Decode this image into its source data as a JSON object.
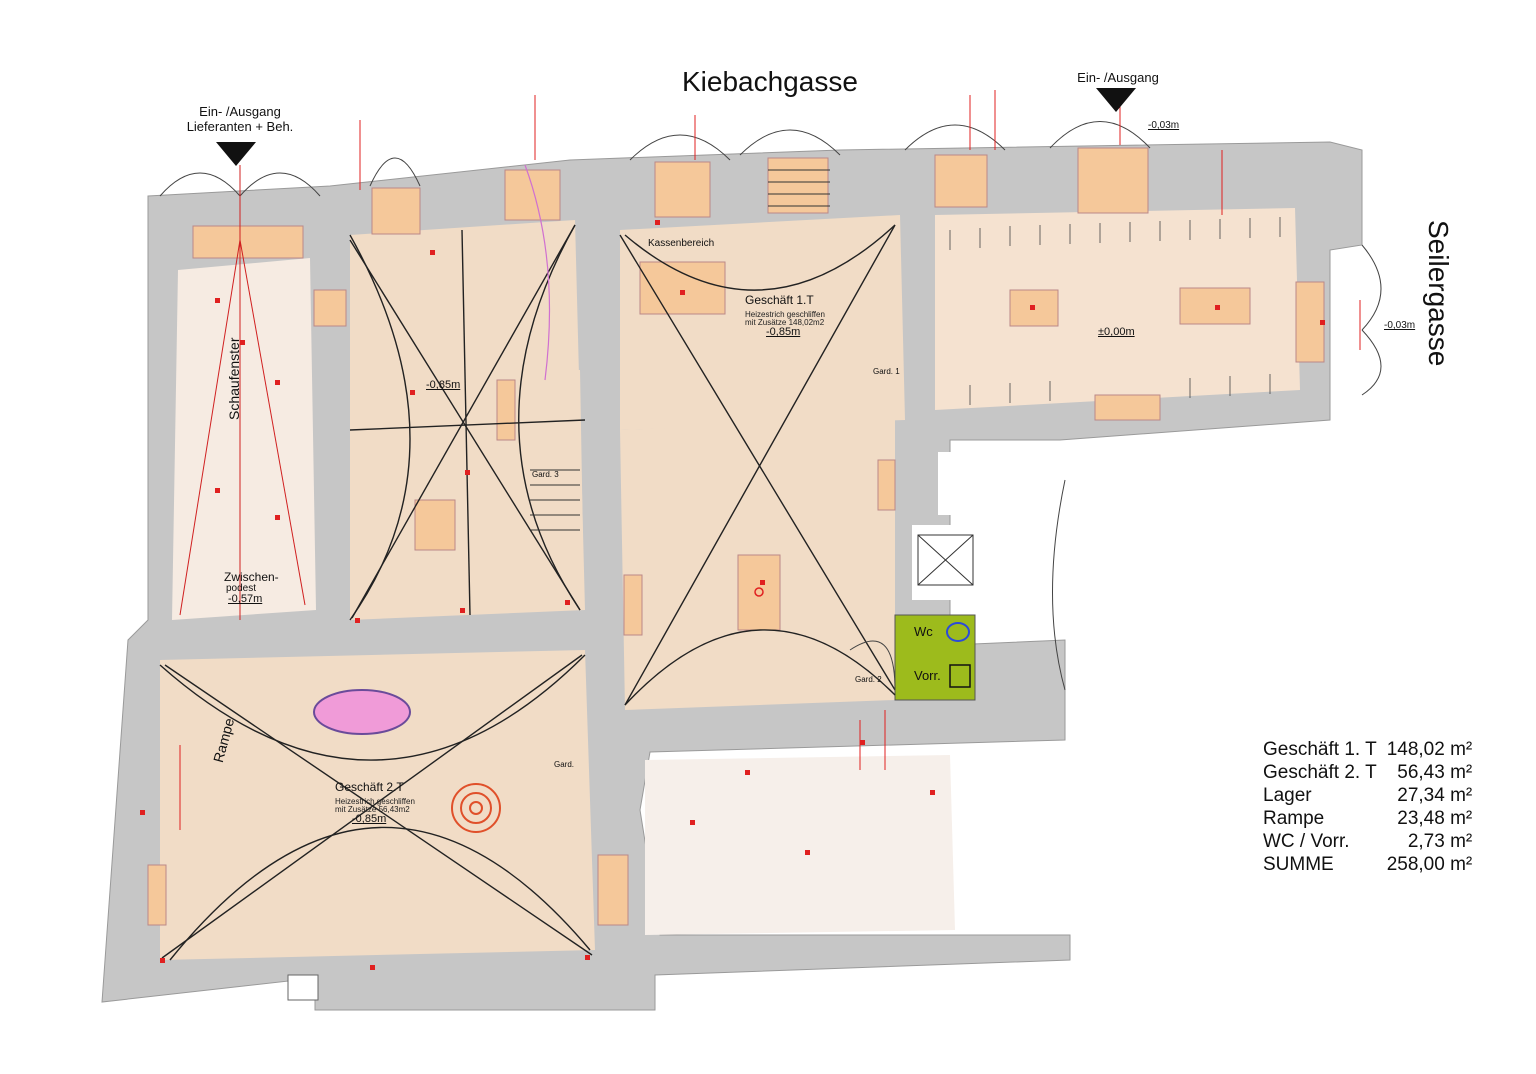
{
  "streets": {
    "top": "Kiebachgasse",
    "right": "Seilergasse"
  },
  "entrances": {
    "left_line1": "Ein- /Ausgang",
    "left_line2": "Lieferanten + Beh.",
    "right": "Ein- /Ausgang"
  },
  "rooms": {
    "geschaeft1": "Geschäft 1.T",
    "geschaeft2": "Geschäft 2.T",
    "schaufenster": "Schaufenster",
    "rampe": "Rampe",
    "zwischenpodest_1": "Zwischen-",
    "zwischenpodest_2": "podest",
    "kassenbereich": "Kassenbereich",
    "wc": "Wc",
    "vorr": "Vorr.",
    "gard1": "Gard. 1",
    "gard2": "Gard. 2",
    "gard3": "Gard. 3",
    "gard4": "Gard."
  },
  "levels": {
    "geschaeft1": "-0,85m",
    "middle": "-0,85m",
    "right": "±0,00m",
    "podest": "-0,57m",
    "geschaeft2": "-0,85m",
    "entrance_right": "-0,03m",
    "side_right": "-0,03m"
  },
  "notes": {
    "g1_line1": "Heizestrich geschliffen",
    "g1_line2": "mit Zusätze 148,02m2",
    "g2_line1": "Heizestrich geschliffen",
    "g2_line2": "mit Zusätze 56,43m2"
  },
  "area_table": [
    {
      "name": "Geschäft 1. T",
      "value": "148,02 m²"
    },
    {
      "name": "Geschäft 2. T",
      "value": "56,43 m²"
    },
    {
      "name": "Lager",
      "value": "27,34 m²"
    },
    {
      "name": "Rampe",
      "value": "23,48 m²"
    },
    {
      "name": "WC / Vorr.",
      "value": "2,73 m²"
    },
    {
      "name": "SUMME",
      "value": "258,00 m²"
    }
  ],
  "colors": {
    "wall": "#c6c6c6",
    "floor": "#f1dcc6",
    "floor_light": "#f6ebe2",
    "window": "#f5c89a",
    "wc": "#9dbb1c",
    "annotation": "#e02020",
    "pink": "#f09bd8"
  }
}
